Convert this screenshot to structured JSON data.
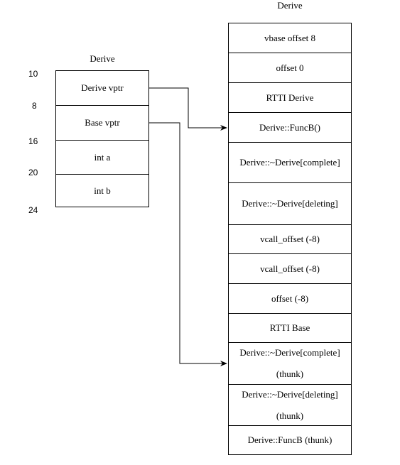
{
  "object_layout": {
    "title": "Derive",
    "offsets": [
      "10",
      "8",
      "16",
      "20",
      "24"
    ],
    "cells": [
      "Derive vptr",
      "Base vptr",
      "int a",
      "int b"
    ]
  },
  "vtable": {
    "title": "Derive",
    "cells": [
      {
        "line1": "vbase offset 8"
      },
      {
        "line1": "offset 0"
      },
      {
        "line1": "RTTI Derive"
      },
      {
        "line1": "Derive::FuncB()"
      },
      {
        "line1": "Derive::~Derive[complete]"
      },
      {
        "line1": "Derive::~Derive[deleting]"
      },
      {
        "line1": "vcall_offset (-8)"
      },
      {
        "line1": "vcall_offset (-8)"
      },
      {
        "line1": "offset (-8)"
      },
      {
        "line1": "RTTI Base"
      },
      {
        "line1": "Derive::~Derive[complete]",
        "line2": "(thunk)"
      },
      {
        "line1": "Derive::~Derive[deleting]",
        "line2": "(thunk)"
      },
      {
        "line1": "Derive::FuncB (thunk)"
      }
    ]
  },
  "colors": {
    "stroke": "#000000",
    "background": "#ffffff"
  }
}
